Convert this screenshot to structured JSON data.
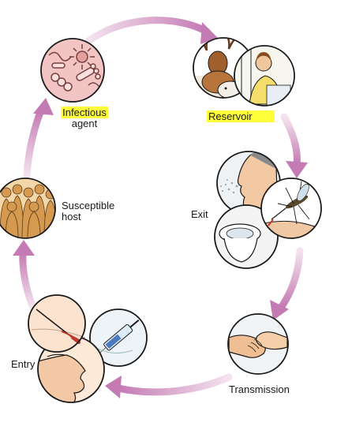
{
  "labels": {
    "infectious_agent_line1": "Infectious",
    "infectious_agent_line2": "agent",
    "reservoir": "Reservoir",
    "exit": "Exit",
    "transmission": "Transmission",
    "entry": "Entry",
    "susceptible_host_line1": "Susceptible",
    "susceptible_host_line2": "host"
  },
  "colors": {
    "arrow": "#c47ab3",
    "arrow_light": "#efd3e8",
    "highlight": "#ffff3a",
    "outline": "#1a1a1a"
  },
  "icons": {
    "agent": "microbes-icon",
    "reservoir": "deer-cow-patient-icon",
    "exit": "cough-mosquito-toilet-icon",
    "transmission": "handshake-icon",
    "entry": "face-needle-icon",
    "host": "crowd-icon"
  }
}
